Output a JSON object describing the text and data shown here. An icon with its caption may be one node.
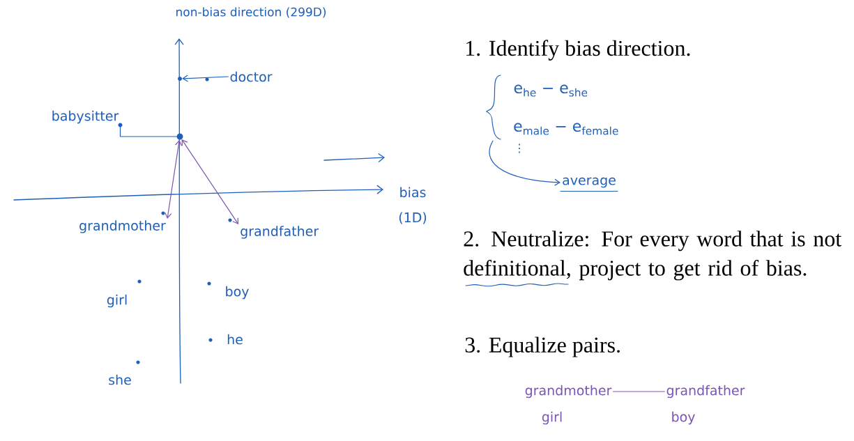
{
  "diagram": {
    "nodes": [
      {
        "text": [
          "doctor"
        ]
      },
      {
        "text": [],
        "shape": "circle"
      },
      {
        "text": [
          "babysitter"
        ]
      },
      {
        "text": [],
        "shape": "circle"
      },
      {
        "text": [
          "grandmother"
        ]
      },
      {
        "text": [
          "grandfather"
        ]
      },
      {
        "text": [
          "girl"
        ]
      },
      {
        "text": [
          "boy"
        ]
      },
      {
        "text": [
          "he"
        ]
      },
      {
        "text": [
          "she"
        ]
      },
      {
        "text": [
          "average"
        ]
      },
      {
        "text": [
          "grandmother"
        ]
      },
      {
        "text": [
          "grandfather"
        ]
      },
      {
        "text": [],
        "shape": "brace"
      }
    ],
    "edges": [
      {
        "from": 0,
        "to": 1,
        "arrow": "to"
      },
      {
        "from": 2,
        "to": 3,
        "arrow": "none"
      },
      {
        "from": 3,
        "to": 4,
        "arrow": "both",
        "color": "#7a55b5"
      },
      {
        "from": 3,
        "to": 5,
        "arrow": "both",
        "color": "#7a55b5"
      },
      {
        "from": 13,
        "to": 10,
        "arrow": "to"
      },
      {
        "from": 11,
        "to": 12,
        "arrow": "none",
        "color": "#7a55b5"
      }
    ],
    "labels": [
      "non-bias direction (299D)",
      "bias (1D)",
      "1. Identify bias direction.",
      "e$_{he}$ − e$_{she}$",
      "e$_{male}$ − e$_{female}$",
      "⋮",
      "2. Neutralize: For every word that is not definitional, project to get rid of bias.",
      "3. Equalize pairs.",
      "girl",
      "boy"
    ]
  }
}
